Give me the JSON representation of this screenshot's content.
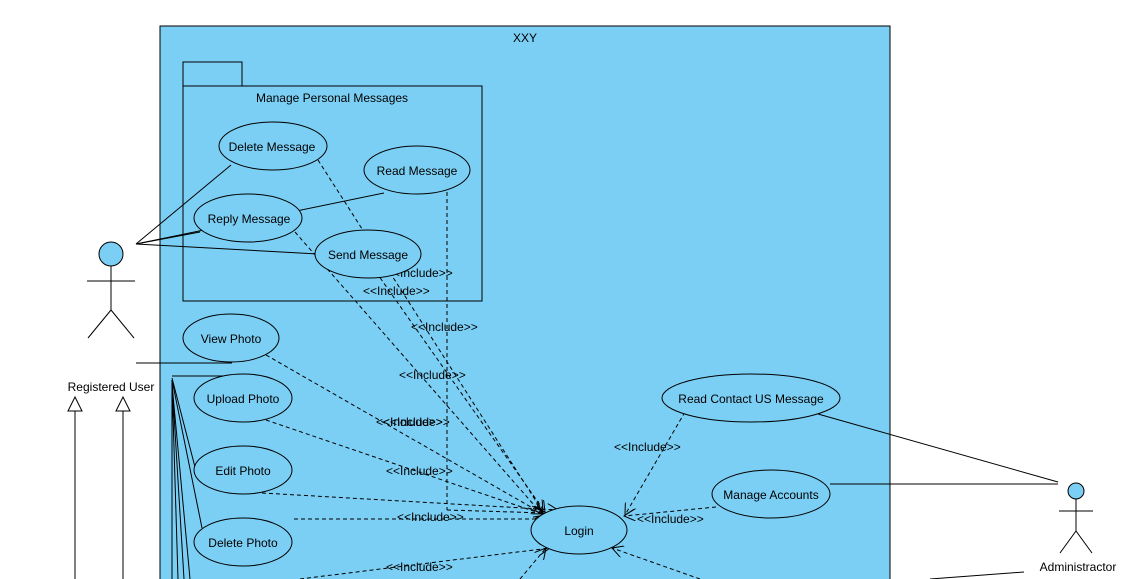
{
  "system": {
    "name": "XXY"
  },
  "package": {
    "name": "Manage Personal Messages"
  },
  "use_cases": {
    "delete_message": "Delete Message",
    "read_message": "Read Message",
    "reply_message": "Reply Message",
    "send_message": "Send Message",
    "view_photo": "View Photo",
    "upload_photo": "Upload Photo",
    "edit_photo": "Edit Photo",
    "delete_photo": "Delete Photo",
    "login": "Login",
    "read_contact": "Read Contact US Message",
    "manage_accounts": "Manage Accounts"
  },
  "actors": {
    "registered_user": "Registered User",
    "administrator": "Administractor"
  },
  "include_label": "<<Include>>",
  "colors": {
    "fill": "#7ccff4",
    "stroke": "#000000"
  }
}
